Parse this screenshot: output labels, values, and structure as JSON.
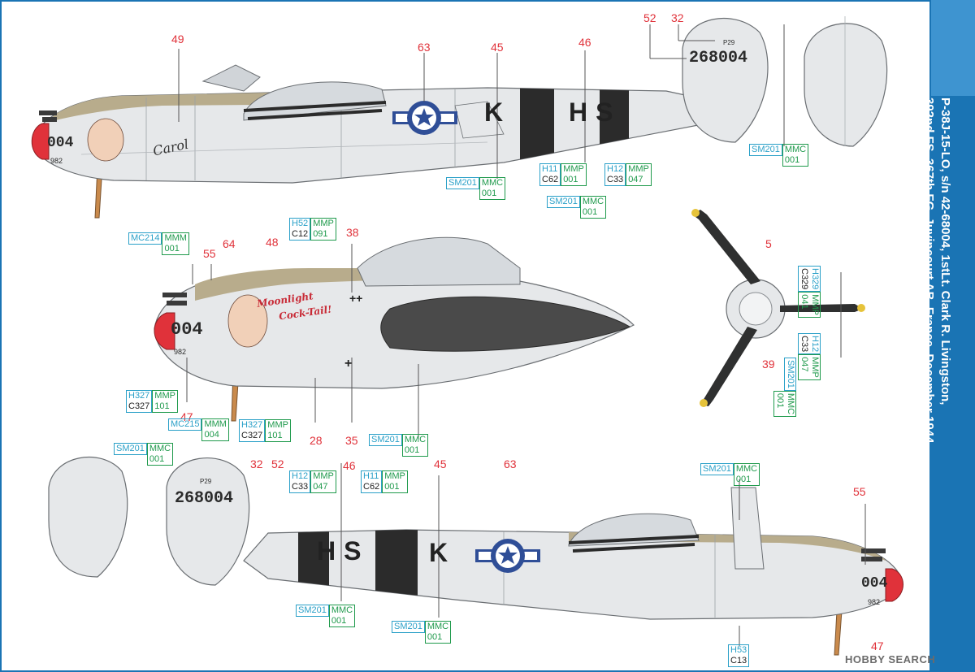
{
  "caption": {
    "line1": "P-38J-15-LO, s/n 42-68004, 1stLt. Clark R. Livingston,",
    "line2": "392nd FS, 367th FG, Juvincourt AB, France, December 1944"
  },
  "watermark": "HOBBY SEARCH",
  "colors": {
    "frame": "#1a74b4",
    "panel": "#1a74b4",
    "accent_red": "#e0323a",
    "code_cyan": "#2aa0c8",
    "code_green": "#1f9a4c",
    "code_black": "#222222",
    "aluminium": "#e6e8ea",
    "olive_drab": "#b8ac8c",
    "stripe_black": "#2b2b2b"
  },
  "markings": {
    "serial": "268004",
    "p29": "P29",
    "nose_number": "004",
    "small_number": "982",
    "code_k": "K",
    "code_hs": "HS",
    "nose_art_name_top": "Carol",
    "nose_art_name_mid_1": "Moonlight",
    "nose_art_name_mid_2": "Cock-Tail!"
  },
  "callouts": {
    "top_49": "49",
    "top_63": "63",
    "top_45": "45",
    "top_46": "46",
    "top_52": "52",
    "top_32": "32",
    "mid_55": "55",
    "mid_64": "64",
    "mid_48": "48",
    "mid_38": "38",
    "mid_47": "47",
    "mid_28": "28",
    "mid_35": "35",
    "prop_5": "5",
    "prop_39": "39",
    "bot_32": "32",
    "bot_52": "52",
    "bot_46": "46",
    "bot_45": "45",
    "bot_63": "63",
    "bot_55": "55",
    "bot_47": "47"
  },
  "codes": {
    "sm201": "SM201",
    "mmc": "MMC",
    "n001": "001",
    "h11": "H11",
    "h12": "H12",
    "c62": "C62",
    "c33": "C33",
    "mmp": "MMP",
    "n047": "047",
    "h52": "H52",
    "c12": "C12",
    "n091": "091",
    "mc214": "MC214",
    "mmm": "MMM",
    "h327": "H327",
    "c327": "C327",
    "n101": "101",
    "mc215": "MC215",
    "n004": "004",
    "h329": "H329",
    "c329": "C329",
    "n041": "041",
    "h53": "H53",
    "c13": "C13"
  }
}
